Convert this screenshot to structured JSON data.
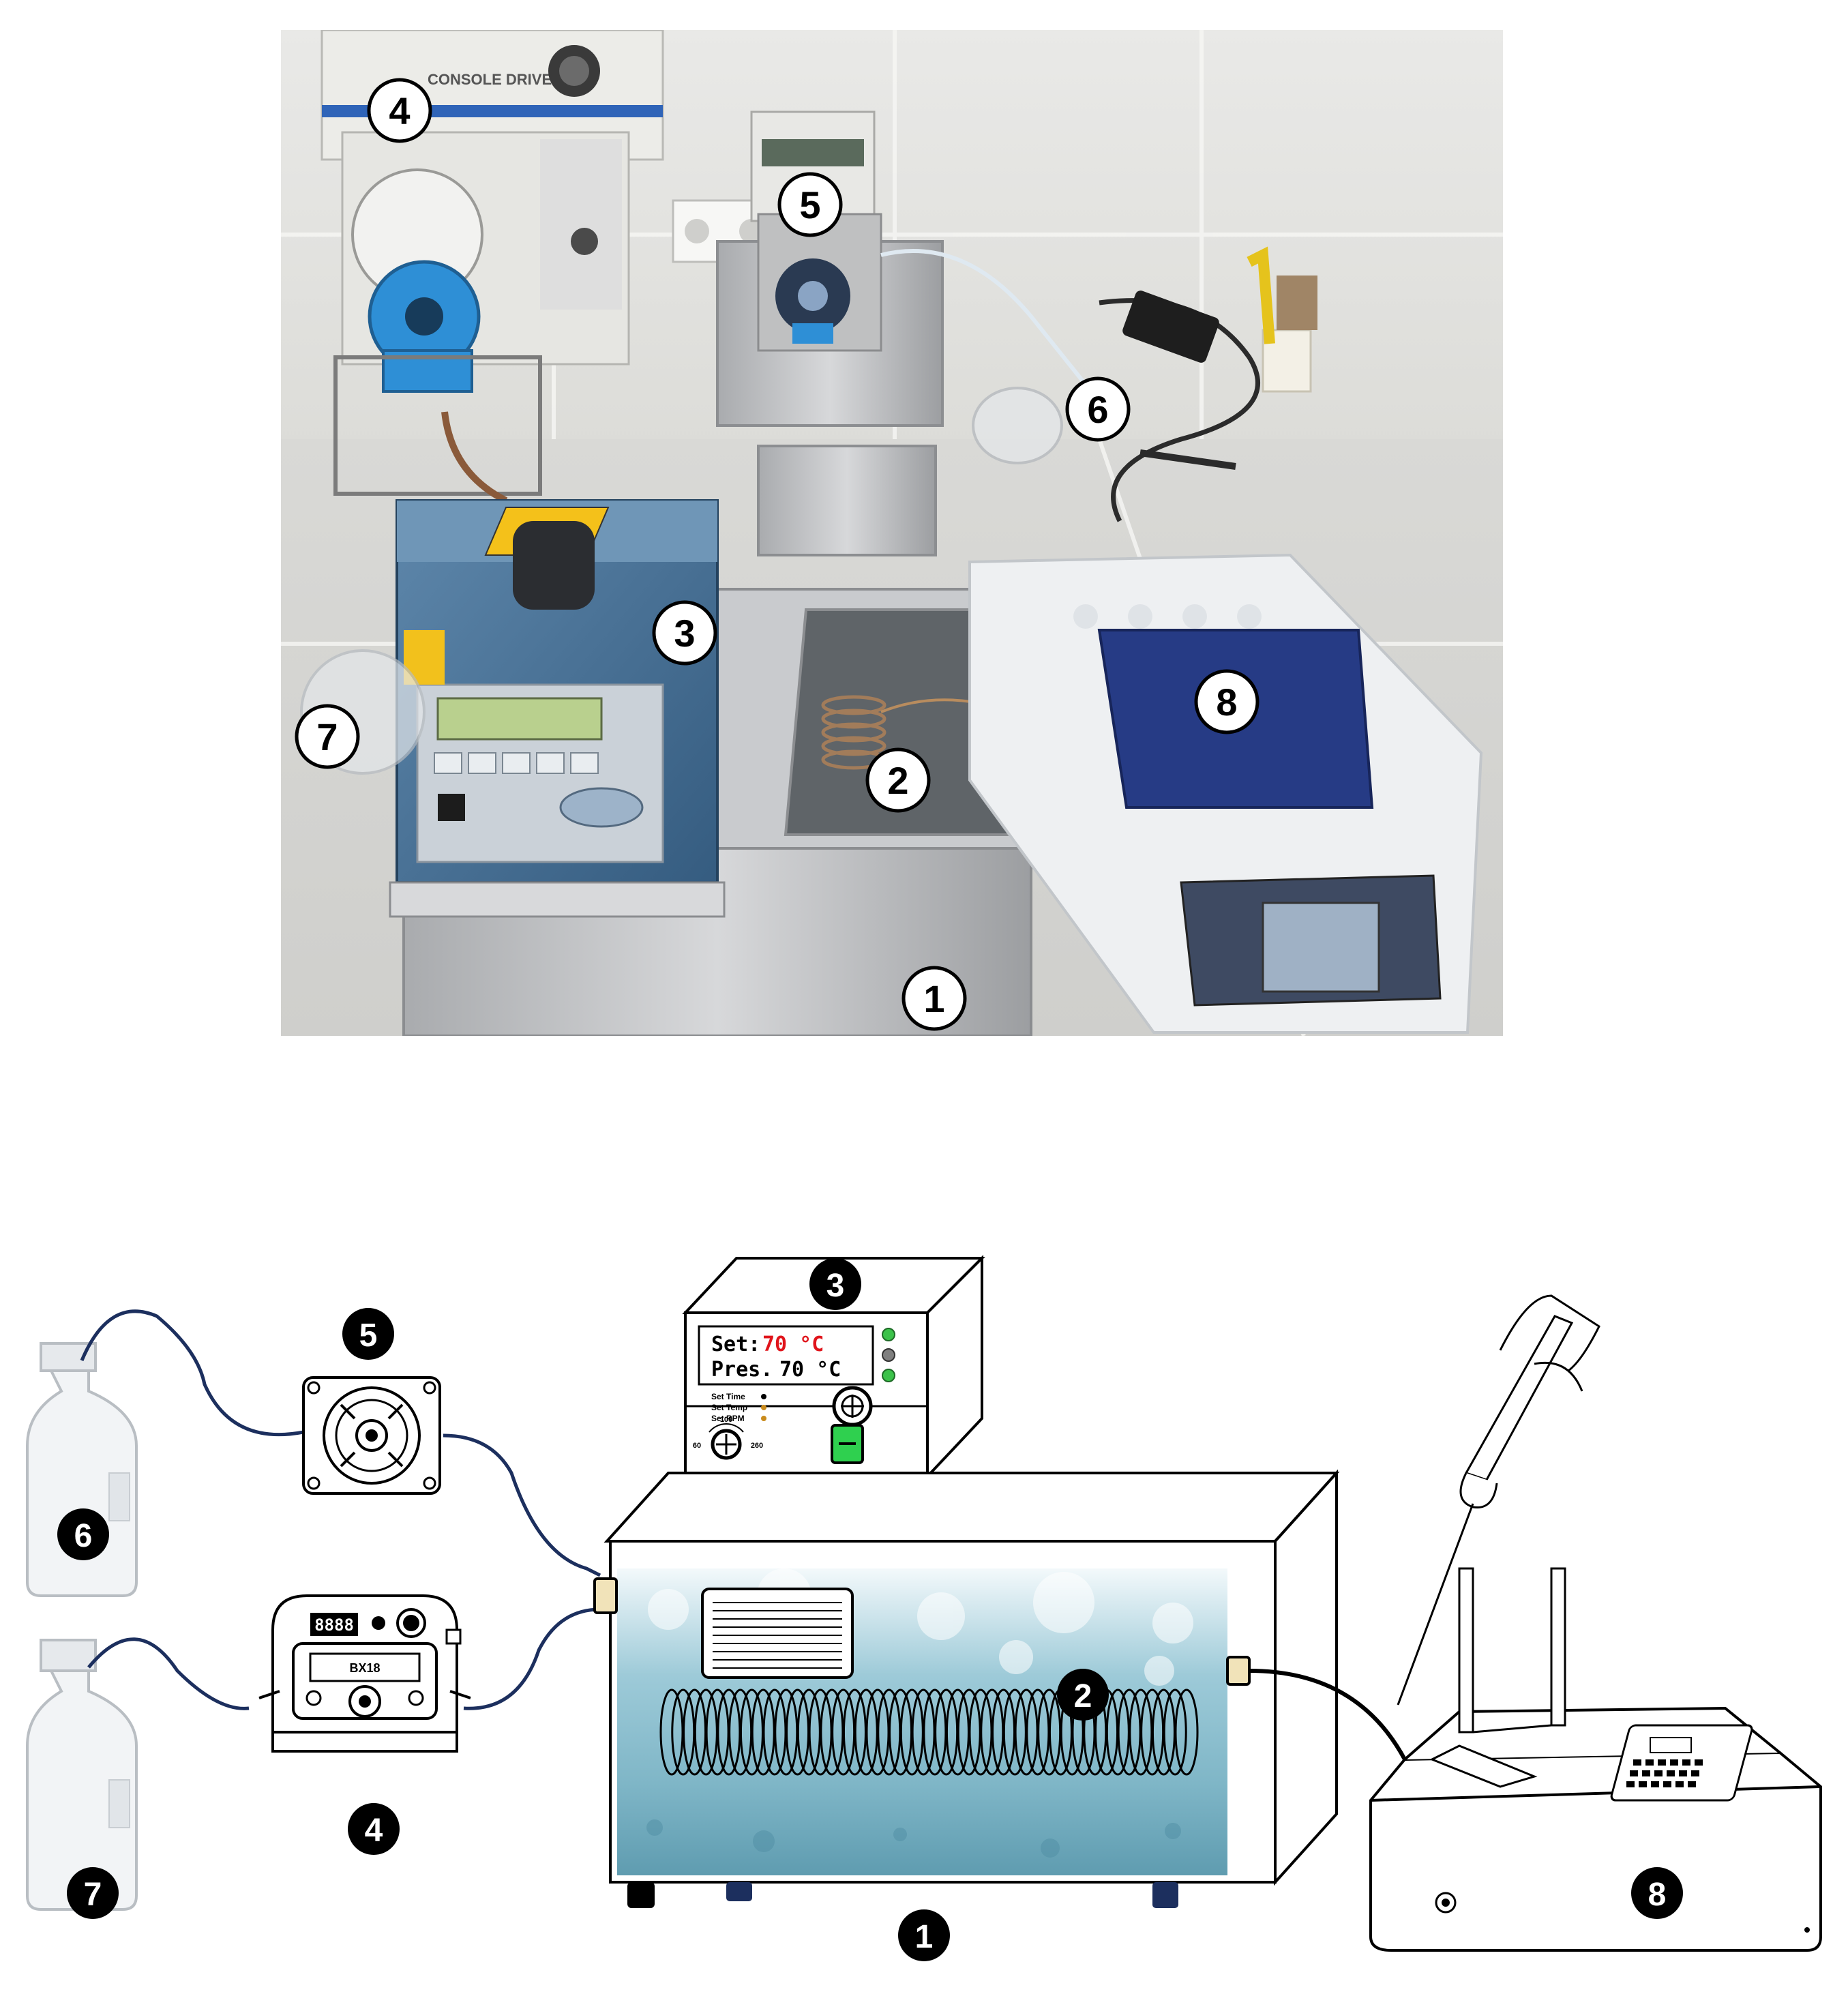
{
  "photo": {
    "labels": [
      "1",
      "2",
      "3",
      "4",
      "5",
      "6",
      "7",
      "8"
    ],
    "pump4_brand_text": "CONSOLE DRIVE"
  },
  "schematic": {
    "labels": [
      "1",
      "2",
      "3",
      "4",
      "5",
      "6",
      "7",
      "8"
    ],
    "controller": {
      "set_label": "Set:",
      "set_value": "70 °C",
      "pres_label": "Pres.",
      "pres_value": "70 °C",
      "options": [
        "Set Time",
        "Set Temp",
        "Set RPM"
      ],
      "dial_min": "60",
      "dial_mid": "100",
      "dial_max": "260"
    },
    "pump4_model": "BX18",
    "pump4_display": "8888"
  },
  "colors": {
    "tubing": "#1c2f5e",
    "set_value": "#e0141b",
    "led_green": "#3cc24a",
    "button_green": "#2fd04f",
    "bath_water": "#8fc3d1",
    "photo_pump_blue": "#2e8fd6",
    "photo_thermostat_blue": "#3f6a8e",
    "photo_spectro_blue": "#263b85"
  }
}
